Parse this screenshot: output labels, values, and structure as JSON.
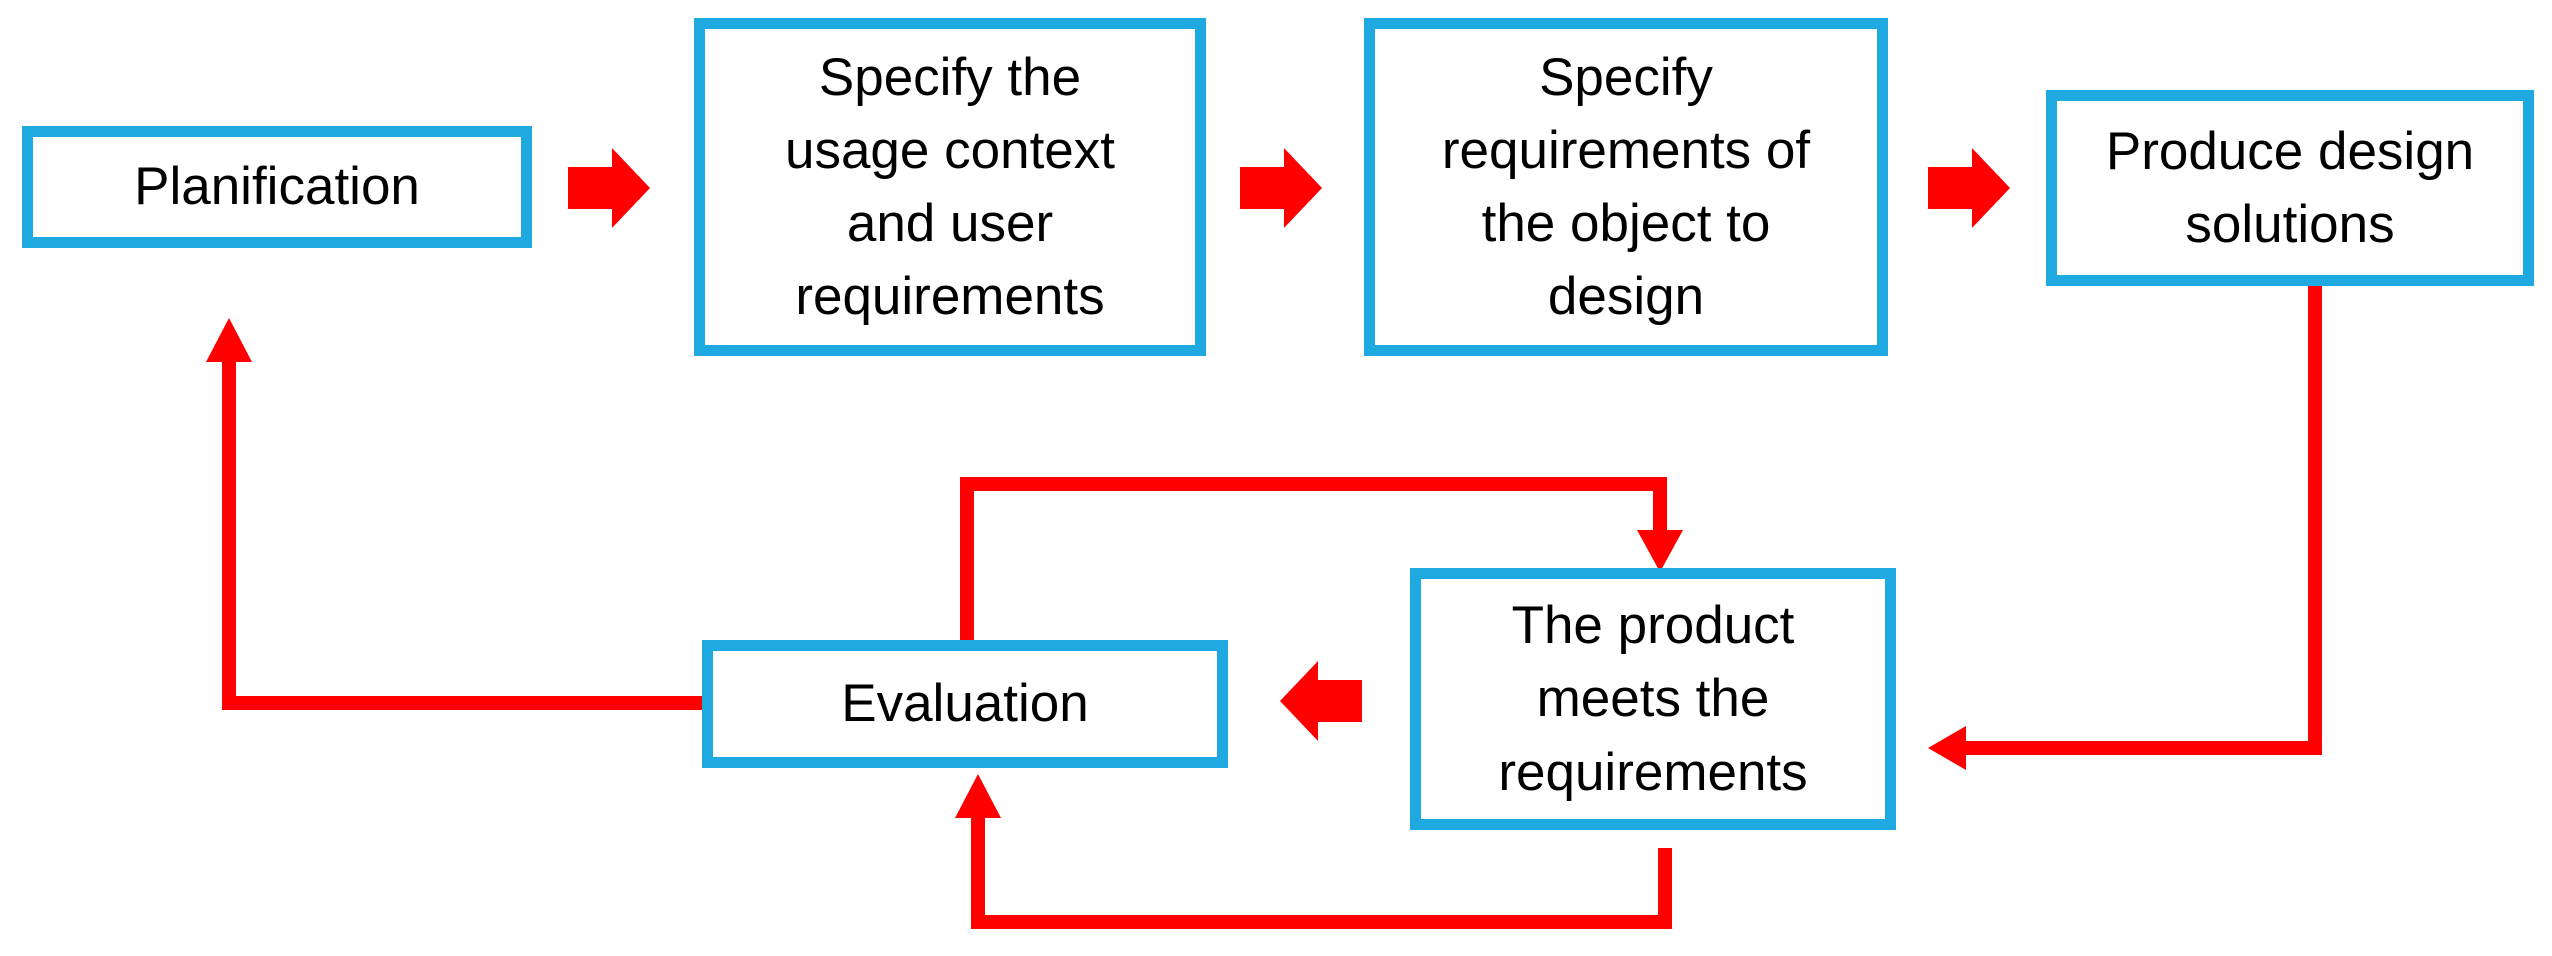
{
  "colors": {
    "box_border": "#1EA9E1",
    "arrow": "#FF0000",
    "text": "#000000",
    "background": "#FFFFFF"
  },
  "steps": {
    "planification": "Planification",
    "usage_context": "Specify the\nusage context\nand user\nrequirements",
    "object_requirements": "Specify\nrequirements of\nthe object to\ndesign",
    "design_solutions": "Produce design\nsolutions",
    "product_meets": "The product\nmeets the\nrequirements",
    "evaluation": "Evaluation"
  }
}
